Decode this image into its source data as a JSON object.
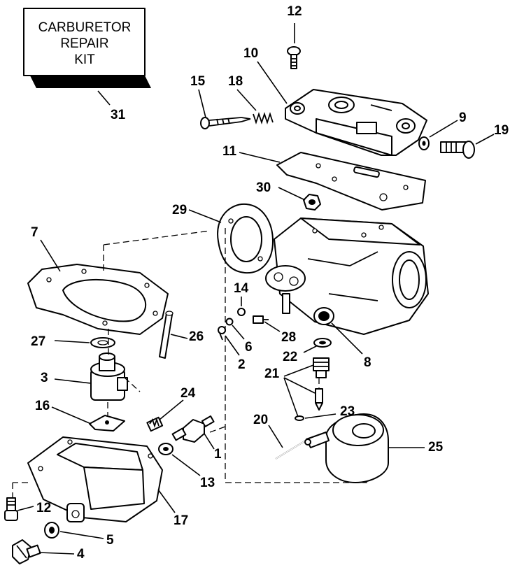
{
  "kit_box": {
    "lines": [
      "CARBURETOR",
      "REPAIR",
      "KIT"
    ]
  },
  "callouts": [
    {
      "id": "31",
      "label": "31"
    },
    {
      "id": "12a",
      "label": "12"
    },
    {
      "id": "10",
      "label": "10"
    },
    {
      "id": "15",
      "label": "15"
    },
    {
      "id": "18",
      "label": "18"
    },
    {
      "id": "9",
      "label": "9"
    },
    {
      "id": "19",
      "label": "19"
    },
    {
      "id": "11",
      "label": "11"
    },
    {
      "id": "30",
      "label": "30"
    },
    {
      "id": "29",
      "label": "29"
    },
    {
      "id": "7",
      "label": "7"
    },
    {
      "id": "14",
      "label": "14"
    },
    {
      "id": "26",
      "label": "26"
    },
    {
      "id": "6",
      "label": "6"
    },
    {
      "id": "2",
      "label": "2"
    },
    {
      "id": "28",
      "label": "28"
    },
    {
      "id": "22",
      "label": "22"
    },
    {
      "id": "8",
      "label": "8"
    },
    {
      "id": "27",
      "label": "27"
    },
    {
      "id": "3",
      "label": "3"
    },
    {
      "id": "21",
      "label": "21"
    },
    {
      "id": "24",
      "label": "24"
    },
    {
      "id": "16",
      "label": "16"
    },
    {
      "id": "23",
      "label": "23"
    },
    {
      "id": "20",
      "label": "20"
    },
    {
      "id": "25",
      "label": "25"
    },
    {
      "id": "1",
      "label": "1"
    },
    {
      "id": "13",
      "label": "13"
    },
    {
      "id": "12b",
      "label": "12"
    },
    {
      "id": "17",
      "label": "17"
    },
    {
      "id": "5",
      "label": "5"
    },
    {
      "id": "4",
      "label": "4"
    }
  ]
}
